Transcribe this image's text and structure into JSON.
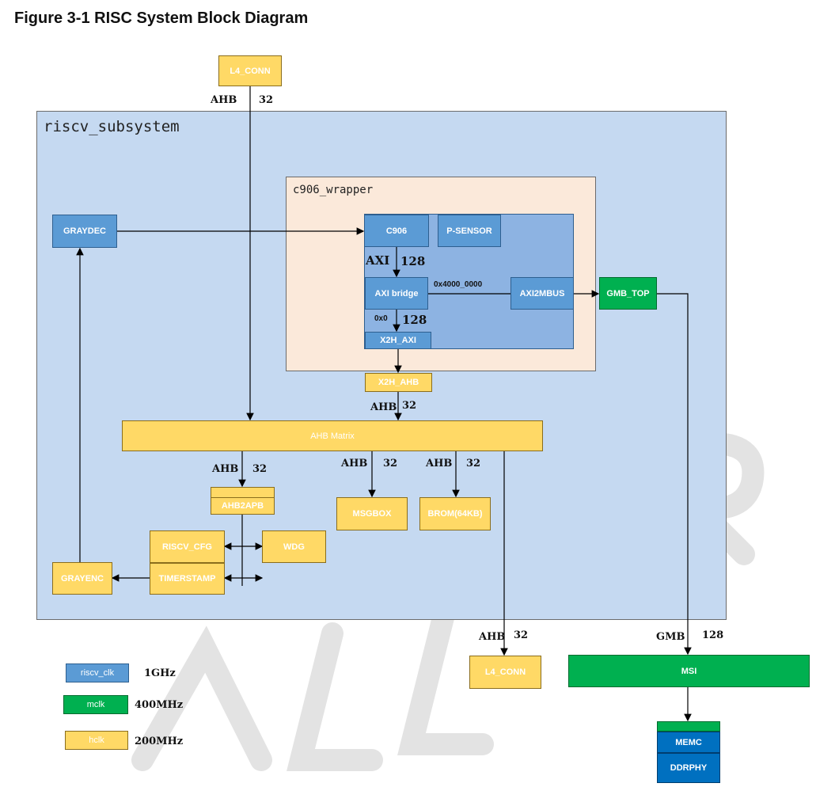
{
  "figure": {
    "title": "Figure 3-1 RISC System Block Diagram"
  },
  "regions": {
    "riscv_subsystem": "riscv_subsystem",
    "c906_wrapper": "c906_wrapper"
  },
  "blocks": {
    "l4_conn_top": "L4_CONN",
    "graydec": "GRAYDEC",
    "c906": "C906",
    "p_sensor": "P-SENSOR",
    "axi_bridge": "AXI bridge",
    "axi2mbus": "AXI2MBUS",
    "gmb_top": "GMB_TOP",
    "x2h_axi": "X2H_AXI",
    "x2h_ahb": "X2H_AHB",
    "ahb_matrix": "AHB Matrix",
    "ahb2apb": "AHB2APB",
    "msgbox": "MSGBOX",
    "brom": "BROM(64KB)",
    "riscv_cfg": "RISCV_CFG",
    "wdg": "WDG",
    "timerstamp": "TIMERSTAMP",
    "grayenc": "GRAYENC",
    "l4_conn_bottom": "L4_CONN",
    "msi": "MSI",
    "memc": "MEMC",
    "ddrphy": "DDRPHY"
  },
  "labels": {
    "ahb": "AHB",
    "axi": "AXI",
    "gmb": "GMB",
    "w32": "32",
    "w128": "128",
    "addr_4000": "0x4000_0000",
    "addr_0": "0x0"
  },
  "legend": [
    {
      "name": "riscv_clk",
      "freq": "1GHz",
      "color": "#5b9bd5"
    },
    {
      "name": "mclk",
      "freq": "400MHz",
      "color": "#00b050"
    },
    {
      "name": "hclk",
      "freq": "200MHz",
      "color": "#ffd966"
    }
  ],
  "colors": {
    "subsystem_bg": "#c5d9f1",
    "wrapper_bg": "#fbe9da",
    "core_bg": "#8db3e2"
  }
}
